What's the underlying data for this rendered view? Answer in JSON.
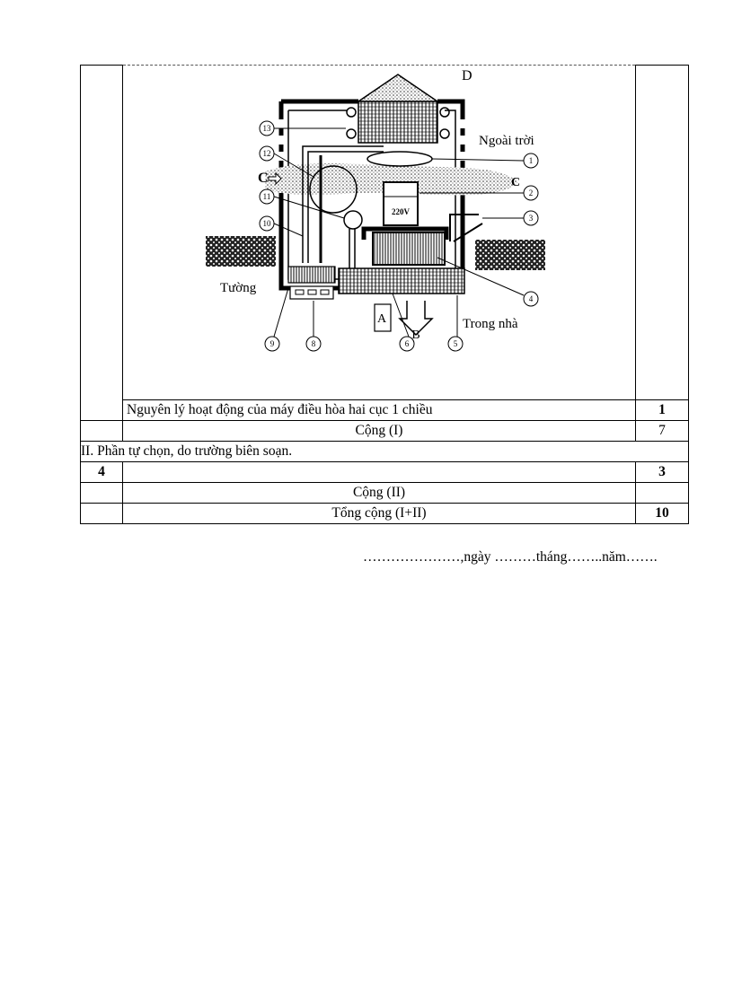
{
  "figure": {
    "labels": {
      "D": "D",
      "outdoor": "Ngoài trời",
      "C_left": "C",
      "C_right": "C",
      "voltage": "220V",
      "wall": "Tường",
      "A": "A",
      "B": "B",
      "indoor": "Trong nhà"
    },
    "numbers": [
      "1",
      "2",
      "3",
      "4",
      "5",
      "6",
      "8",
      "9",
      "10",
      "11",
      "12",
      "13"
    ]
  },
  "rows": {
    "principle": {
      "text": "Nguyên lý hoạt động của máy điều hòa hai cục 1 chiều",
      "score": "1"
    },
    "subtotal_1": {
      "text": "Cộng (I)",
      "score": "7"
    },
    "section_2": {
      "text": "II. Phần tự chọn, do trường biên soạn."
    },
    "item_4": {
      "index": "4",
      "text": "",
      "score": "3"
    },
    "subtotal_2": {
      "text": "Cộng (II)",
      "score": ""
    },
    "total": {
      "text": "Tổng cộng (I+II)",
      "score": "10"
    }
  },
  "footer": {
    "date_line": "…………………,ngày ………tháng……..năm……."
  }
}
